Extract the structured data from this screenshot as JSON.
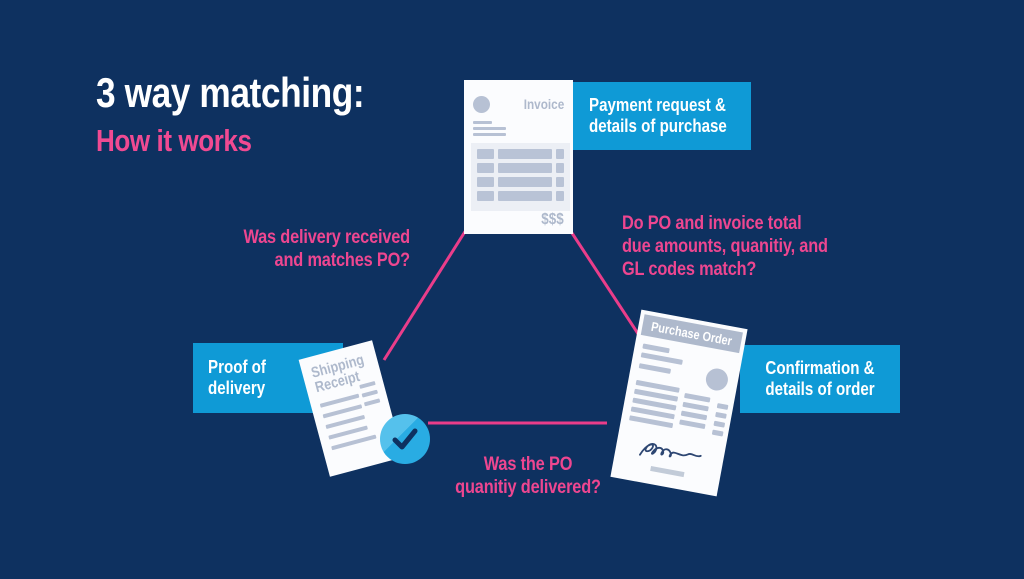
{
  "colors": {
    "background": "#0e3160",
    "accent_pink": "#ee4690",
    "connector_pink": "#ea3d8a",
    "tag_blue": "#0f9ad6",
    "check_blue": "#29ace3",
    "paper_white": "#fbfcfe",
    "paper_muted": "#b7c1d4"
  },
  "title": {
    "line1": "3 way matching:",
    "line2": "How it works"
  },
  "documents": {
    "invoice": {
      "name": "Invoice",
      "amount": "$$$",
      "label": [
        "Payment request &",
        "details of purchase"
      ]
    },
    "shipping_receipt": {
      "name": [
        "Shipping",
        "Receipt"
      ],
      "label": [
        "Proof of",
        "delivery"
      ]
    },
    "purchase_order": {
      "name": "Purchase Order",
      "label": [
        "Confirmation &",
        "details of order"
      ]
    }
  },
  "annotations": {
    "invoice_receipt": [
      "Was delivery received",
      "and matches PO?"
    ],
    "invoice_po": [
      "Do PO and invoice total",
      "due amounts, quanitiy, and",
      "GL codes match?"
    ],
    "receipt_po": [
      "Was the PO",
      "quanitiy delivered?"
    ]
  },
  "icons": {
    "check": "✓"
  }
}
